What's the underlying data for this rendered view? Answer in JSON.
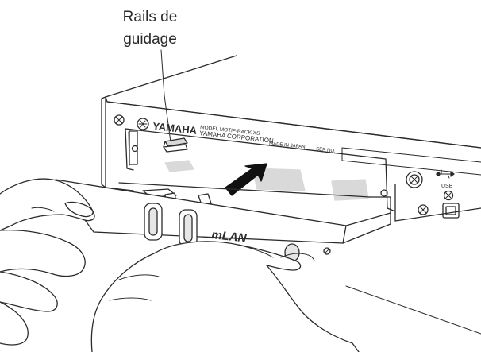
{
  "callout": {
    "line1": "Rails de",
    "line2": "guidage"
  },
  "device": {
    "brand": "YAMAHA",
    "model": "MODEL MOTIF-RACK XS",
    "maker": "YAMAHA CORPORATION",
    "origin": "MADE IN JAPAN",
    "serial_label": "SER NO.",
    "usb_label": "USB"
  },
  "card": {
    "logo": "mLAN"
  },
  "colors": {
    "line": "#2b2b2b",
    "shade": "#d9d9d9",
    "card_shade": "#e6e6e6",
    "arrow": "#111111"
  }
}
